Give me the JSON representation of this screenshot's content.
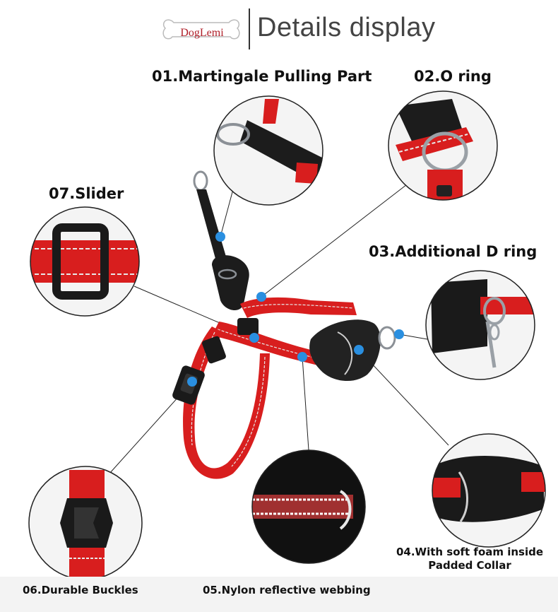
{
  "brand": {
    "logo_text": "DogLemi"
  },
  "header": {
    "title": "Details display"
  },
  "callouts": {
    "part01": "01.Martingale Pulling Part",
    "part02": "02.O ring",
    "part03": "03.Additional D ring",
    "part04_line1": "04.With soft foam inside",
    "part04_line2": "Padded Collar",
    "part05": "05.Nylon reflective webbing",
    "part06": "06.Durable Buckles",
    "part07": "07.Slider"
  },
  "colors": {
    "webbing_red": "#e02020",
    "nylon_black": "#1a1a1a",
    "marker_blue": "#2a8fe0",
    "reflective_stripe": "#e8e8e8",
    "metal_ring": "#9aa0a6"
  }
}
